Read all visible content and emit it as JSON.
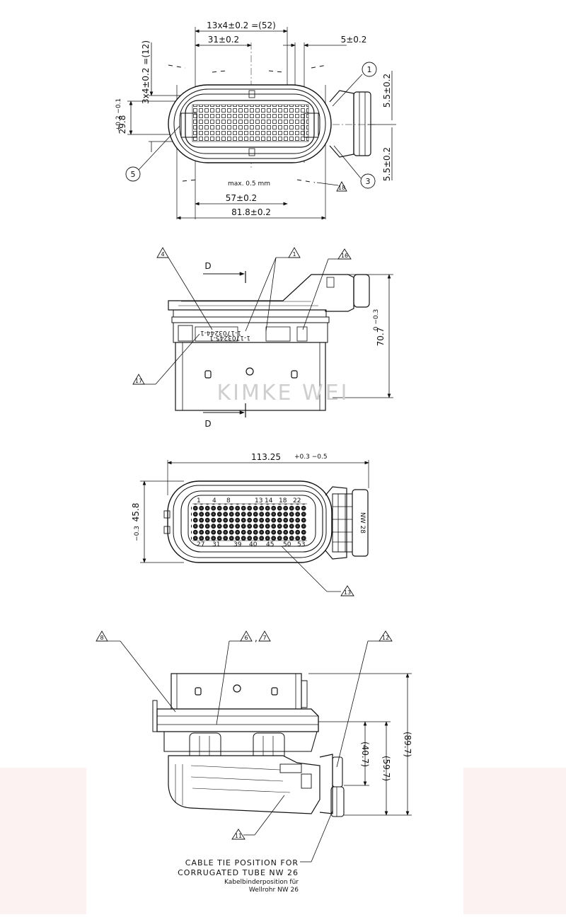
{
  "top_view": {
    "dim_pitch_total": "13x4±0.2 =(52)",
    "dim_31": "31±0.2",
    "dim_5": "5±0.2",
    "dim_rows": "3x4±0.2 =(12)",
    "dim_height": "29.8",
    "dim_height_tol": "+0.2 −0.1",
    "dim_55_top": "5.5±0.2",
    "dim_55_bot": "5.5±0.2",
    "note_max": "max. 0.5 mm",
    "dim_57": "57±0.2",
    "dim_818": "81.8±0.2",
    "balloons": [
      "1",
      "3",
      "5"
    ],
    "tri_18": "18"
  },
  "side_view": {
    "section_mark": "D",
    "tri_labels": [
      "4",
      "1",
      "16",
      "17"
    ],
    "dim_height": "70.7",
    "dim_height_tol": "0 −0.3",
    "label_part_a": "1-1703244-1",
    "label_part_b": "1-1703245-1",
    "watermark": "KIMKE WEI"
  },
  "front_view": {
    "dim_width": "113.25",
    "dim_width_tol": "+0.3 −0.5",
    "dim_height": "45.8",
    "dim_height_tol": "−0.3",
    "nw_label": "NW 28",
    "tri_13": "13",
    "pin_numbers": [
      "1",
      "4",
      "8",
      "13",
      "14",
      "18",
      "22",
      "27",
      "31",
      "39",
      "40",
      "45",
      "50",
      "53"
    ]
  },
  "bottom_view": {
    "tri_labels": [
      "8",
      "6",
      "7",
      "12",
      "11"
    ],
    "dim_407": "(40.7)",
    "dim_597": "(59.7)",
    "dim_897": "(89.7)",
    "note_en_1": "CABLE TIE POSITION FOR",
    "note_en_2": "CORRUGATED TUBE NW 26",
    "note_de_1": "Kabelbinderposition für",
    "note_de_2": "Wellrohr NW 26"
  }
}
